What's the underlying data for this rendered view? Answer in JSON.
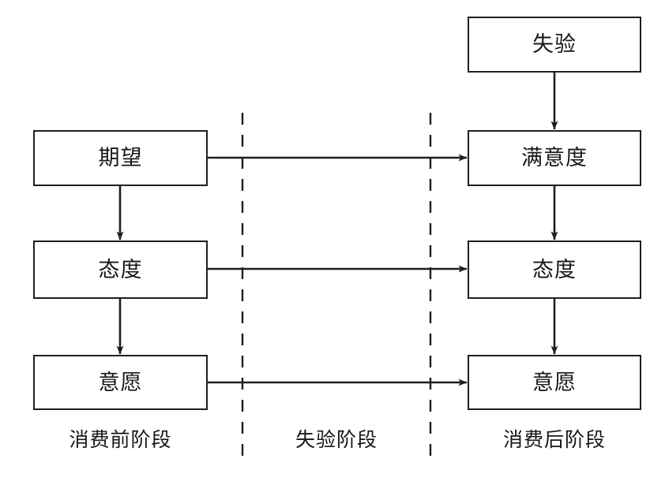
{
  "diagram": {
    "title": "",
    "colors": {
      "stroke": "#1f1f22",
      "text": "#17171a",
      "background": "#ffffff",
      "divider": "#1f1f22"
    },
    "nodes": [
      {
        "id": "disconfirmation",
        "label": "失验",
        "column": "post",
        "row": "top"
      },
      {
        "id": "expectation",
        "label": "期望",
        "column": "pre",
        "row": "1"
      },
      {
        "id": "satisfaction",
        "label": "满意度",
        "column": "post",
        "row": "1"
      },
      {
        "id": "attitude-pre",
        "label": "态度",
        "column": "pre",
        "row": "2"
      },
      {
        "id": "attitude-post",
        "label": "态度",
        "column": "post",
        "row": "2"
      },
      {
        "id": "intention-pre",
        "label": "意愿",
        "column": "pre",
        "row": "3"
      },
      {
        "id": "intention-post",
        "label": "意愿",
        "column": "post",
        "row": "3"
      }
    ],
    "edges": [
      {
        "from": "disconfirmation",
        "to": "satisfaction",
        "direction": "down"
      },
      {
        "from": "expectation",
        "to": "attitude-pre",
        "direction": "down"
      },
      {
        "from": "attitude-pre",
        "to": "intention-pre",
        "direction": "down"
      },
      {
        "from": "satisfaction",
        "to": "attitude-post",
        "direction": "down"
      },
      {
        "from": "attitude-post",
        "to": "intention-post",
        "direction": "down"
      },
      {
        "from": "expectation",
        "to": "satisfaction",
        "direction": "right"
      },
      {
        "from": "attitude-pre",
        "to": "attitude-post",
        "direction": "right"
      },
      {
        "from": "intention-pre",
        "to": "intention-post",
        "direction": "right"
      }
    ],
    "stage_labels": [
      {
        "id": "pre-consumption",
        "label": "消费前阶段"
      },
      {
        "id": "disconfirmation-stage",
        "label": "失验阶段"
      },
      {
        "id": "post-consumption",
        "label": "消费后阶段"
      }
    ],
    "dividers": [
      {
        "id": "divider-left",
        "style": "dashed"
      },
      {
        "id": "divider-right",
        "style": "dashed"
      }
    ]
  }
}
